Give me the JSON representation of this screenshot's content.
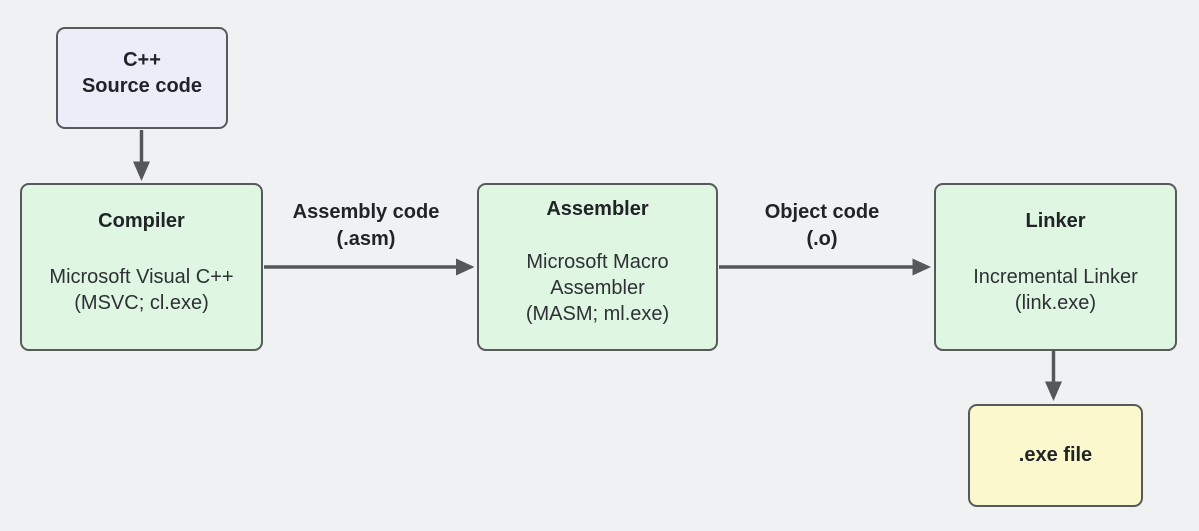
{
  "diagram": {
    "colors": {
      "background": "#F0F1F3",
      "node_border": "#58595B",
      "arrow": "#54585A",
      "source_fill": "#EDEDFA",
      "stage_fill": "#DFF6E3",
      "output_fill": "#FAF8CC",
      "title_text": "#212427",
      "body_text": "#2D3134"
    },
    "nodes": {
      "source": {
        "line1": "C++",
        "line2": "Source code"
      },
      "compiler": {
        "title": "Compiler",
        "body_line1": "Microsoft Visual C++",
        "body_line2": "(MSVC; cl.exe)"
      },
      "assembler": {
        "title": "Assembler",
        "body_line1": "Microsoft Macro",
        "body_line2": "Assembler",
        "body_line3": "(MASM; ml.exe)"
      },
      "linker": {
        "title": "Linker",
        "body_line1": "Incremental Linker",
        "body_line2": "(link.exe)"
      },
      "exe": {
        "title": ".exe file"
      }
    },
    "edges": {
      "compiler_to_assembler": {
        "label_line1": "Assembly code",
        "label_line2": "(.asm)"
      },
      "assembler_to_linker": {
        "label_line1": "Object code",
        "label_line2": "(.o)"
      }
    }
  }
}
